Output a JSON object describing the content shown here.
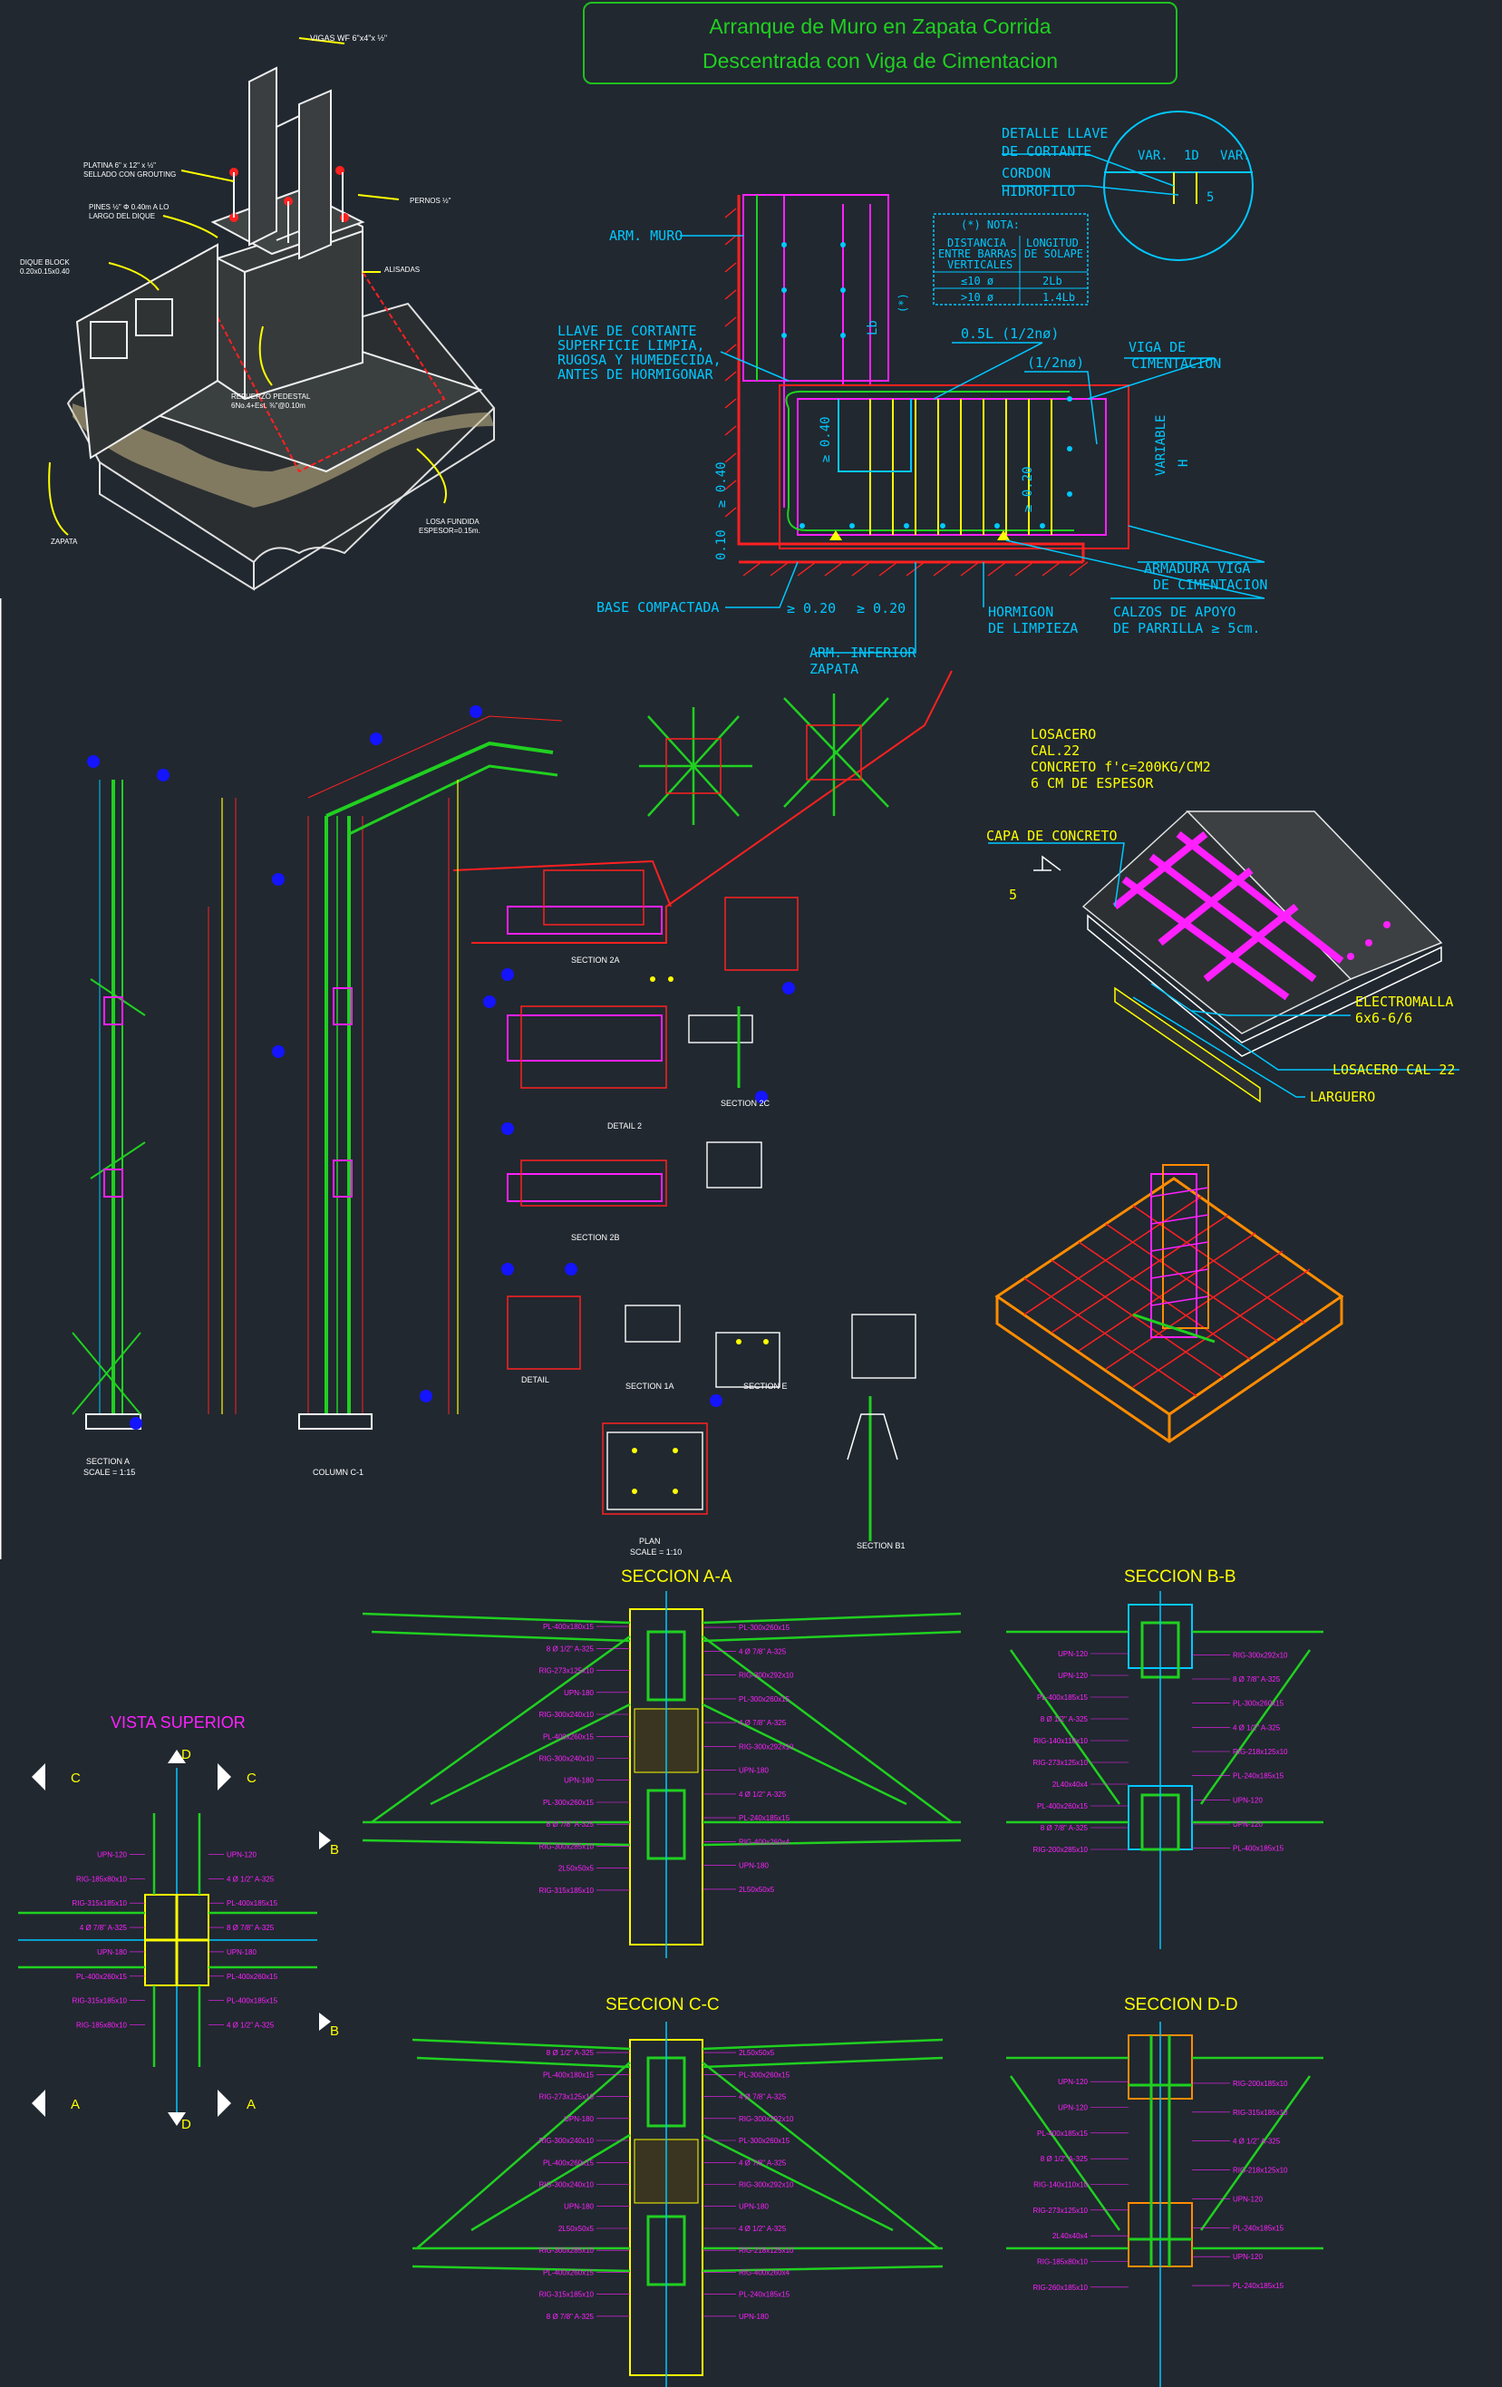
{
  "title": {
    "line1": "Arranque de Muro en Zapata Corrida",
    "line2": "Descentrada con Viga de Cimentacion"
  },
  "iso_footing": {
    "vigas": "VIGAS WF 6\"x4\"x ½\"",
    "platina1": "PLATINA 6\" x 12\" x ½\"",
    "platina2": "SELLADO CON GROUTING",
    "pines1": "PINES ½\" Φ 0.40m A LO",
    "pines2": "LARGO DEL DIQUE",
    "pernos": "PERNOS ½\"",
    "dique1": "DIQUE BLOCK",
    "dique2": "0.20x0.15x0.40",
    "alisadas": "ALISADAS",
    "refuerzo1": "REFUERZO PEDESTAL",
    "refuerzo2": "6No.4+Est. ⅜\"@0.10m",
    "losa1": "LOSA FUNDIDA",
    "losa2": "ESPESOR=0.15m.",
    "zapata": "ZAPATA"
  },
  "wall_section": {
    "detalle_llave1": "DETALLE LLAVE",
    "detalle_llave2": "DE CORTANTE",
    "cordon1": "CORDON",
    "cordon2": "HIDROFILO",
    "var": "VAR.",
    "one_d": "1D",
    "five": "5",
    "arm_muro": "ARM. MURO",
    "nota": "(*) NOTA:",
    "table_head1": "DISTANCIA",
    "table_head1b": "ENTRE BARRAS",
    "table_head1c": "VERTICALES",
    "table_head2": "LONGITUD",
    "table_head2b": "DE SOLAPE",
    "row1a": "≤10 ø",
    "row1b": "2Lb",
    "row2a": ">10 ø",
    "row2b": "1.4Lb",
    "lb": "Lb",
    "star": "(*)",
    "llave1": "LLAVE DE CORTANTE",
    "llave2": "SUPERFICIE LIMPIA,",
    "llave3": "RUGOSA Y HUMEDECIDA,",
    "llave4": "ANTES DE HORMIGONAR",
    "half_l": "0.5L (1/2nø)",
    "half_n": "(1/2nø)",
    "viga1": "VIGA DE",
    "viga2": "CIMENTACION",
    "dim_040": "≥ 0.40",
    "dim_040b": "≥ 0.40",
    "dim_020": "≥ 0.20",
    "dim_010": "0.10",
    "variable": "VARIABLE",
    "h": "H",
    "armadura1": "ARMADURA VIGA",
    "armadura2": "DE CIMENTACION",
    "calzos1": "CALZOS DE APOYO",
    "calzos2": "DE PARRILLA ≥ 5cm.",
    "base": "BASE COMPACTADA",
    "b020a": "≥ 0.20",
    "b020b": "≥ 0.20",
    "hormigon1": "HORMIGON",
    "hormigon2": "DE LIMPIEZA",
    "arm_inf1": "ARM. INFERIOR",
    "arm_inf2": "ZAPATA"
  },
  "steel_frame": {
    "column_label": "COLUMN C-1",
    "section_a": "SECTION A",
    "section_scale": "SCALE = 1:15",
    "detail_1a": "DETAIL",
    "section_2a": "SECTION 2A",
    "section_2b": "SECTION 2B",
    "section_2c": "SECTION 2C",
    "detail_2": "DETAIL 2",
    "section_1a": "SECTION 1A",
    "section_e": "SECTION E",
    "section_b1": "SECTION B1",
    "plan": "PLAN",
    "scale": "SCALE = 1:10"
  },
  "losacero": {
    "line1": "LOSACERO",
    "line2": "CAL.22",
    "line3": "CONCRETO f'c=200KG/CM2",
    "line4": "6 CM DE ESPESOR",
    "capa": "CAPA DE CONCRETO",
    "five": "5",
    "electromalla1": "ELECTROMALLA",
    "electromalla2": "6x6-6/6",
    "losacero_cal": "LOSACERO CAL 22",
    "larguero": "LARGUERO"
  },
  "vista_superior": {
    "title": "VISTA SUPERIOR",
    "c": "C",
    "d": "D",
    "b": "B",
    "a": "A",
    "labels": [
      "UPN-120",
      "RIG-185x80x10",
      "RIG-315x185x10",
      "4 Ø 7/8\" A-325",
      "UPN-180",
      "PL-400x260x15",
      "RIG-315x185x10",
      "RIG-185x80x10",
      "UPN-120",
      "4 Ø 1/2\" A-325",
      "PL-400x185x15",
      "8 Ø 7/8\" A-325",
      "UPN-180",
      "PL-400x260x15",
      "PL-400x185x15",
      "4 Ø 1/2\" A-325"
    ]
  },
  "seccion_aa": {
    "title": "SECCION A-A",
    "labels": [
      "PL-400x180x15",
      "8 Ø 1/2\" A-325",
      "RIG-273x125x10",
      "UPN-180",
      "RIG-300x240x10",
      "PL-400x260x15",
      "RIG-300x240x10",
      "UPN-180",
      "PL-300x260x15",
      "8 Ø 7/8\" A-325",
      "RIG-300x285x10",
      "2L50x50x5",
      "RIG-315x185x10",
      "PL-300x260x15",
      "4 Ø 7/8\" A-325",
      "RIG-300x292x10",
      "PL-300x260x15",
      "4 Ø 7/8\" A-325",
      "RIG-300x292x10",
      "UPN-180",
      "4 Ø 1/2\" A-325",
      "PL-240x185x15",
      "RIG-400x260x4",
      "UPN-180",
      "2L50x50x5"
    ]
  },
  "seccion_bb": {
    "title": "SECCION B-B",
    "labels": [
      "UPN-120",
      "UPN-120",
      "PL-400x185x15",
      "8 Ø 1/2\" A-325",
      "RIG-140x110x10",
      "RIG-273x125x10",
      "2L40x40x4",
      "PL-400x260x15",
      "8 Ø 7/8\" A-325",
      "RIG-200x285x10",
      "RIG-300x292x10",
      "8 Ø 7/8\" A-325",
      "PL-300x260x15",
      "4 Ø 1/2\" A-325",
      "RIG-218x125x10",
      "PL-240x185x15",
      "UPN-120",
      "UPN-120",
      "PL-400x185x15"
    ]
  },
  "seccion_cc": {
    "title": "SECCION C-C",
    "labels": [
      "8 Ø 1/2\" A-325",
      "PL-400x180x15",
      "RIG-273x125x10",
      "UPN-180",
      "RIG-300x240x10",
      "PL-400x260x15",
      "RIG-300x240x10",
      "UPN-180",
      "2L50x50x5",
      "RIG-300x285x10",
      "PL-400x260x15",
      "RIG-315x185x10",
      "8 Ø 7/8\" A-325",
      "2L50x50x5",
      "PL-300x260x15",
      "4 Ø 7/8\" A-325",
      "RIG-300x292x10",
      "PL-300x260x15",
      "4 Ø 7/8\" A-325",
      "RIG-300x292x10",
      "UPN-180",
      "4 Ø 1/2\" A-325",
      "RIG-218x125x10",
      "RIG-400x260x4",
      "PL-240x185x15",
      "UPN-180"
    ]
  },
  "seccion_dd": {
    "title": "SECCION D-D",
    "labels": [
      "UPN-120",
      "UPN-120",
      "PL-400x185x15",
      "8 Ø 1/2\" A-325",
      "RIG-140x110x10",
      "RIG-273x125x10",
      "2L40x40x4",
      "RIG-185x80x10",
      "RIG-260x185x10",
      "RIG-200x185x10",
      "RIG-315x185x10",
      "4 Ø 1/2\" A-325",
      "RIG-218x125x10",
      "UPN-120",
      "PL-240x185x15",
      "UPN-120",
      "PL-240x185x15"
    ]
  },
  "colors": {
    "bg": "#212830",
    "green": "#20d020",
    "yellow": "#ffff00",
    "cyan": "#00c8ff",
    "red": "#ff2020",
    "magenta": "#ff20ff",
    "white": "#ffffff",
    "orange": "#ff8c00"
  }
}
